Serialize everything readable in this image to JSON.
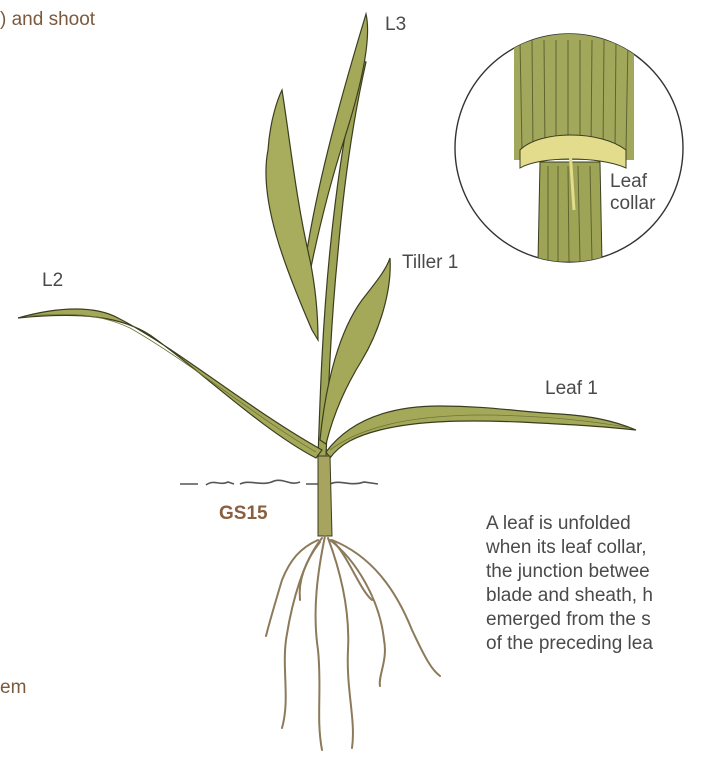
{
  "labels": {
    "top_fragment": ") and shoot",
    "l3": "L3",
    "l2": "L2",
    "tiller": "Tiller 1",
    "leaf1": "Leaf 1",
    "leaf_collar_line1": "Leaf",
    "leaf_collar_line2": "collar",
    "stage": "GS15",
    "bottom_fragment": "em"
  },
  "note_lines": [
    "A leaf is unfolded",
    "when its leaf collar,",
    "the junction betwee",
    "blade and sheath, h",
    "emerged from the s",
    "of the preceding lea"
  ],
  "colors": {
    "leaf_fill": "#a4a95a",
    "leaf_stroke": "#3b3d1f",
    "root": "#8c7a5a",
    "text_brown": "#7a5a3e",
    "text_gray": "#4a4a4a",
    "collar_yellow": "#e2dc8c"
  }
}
